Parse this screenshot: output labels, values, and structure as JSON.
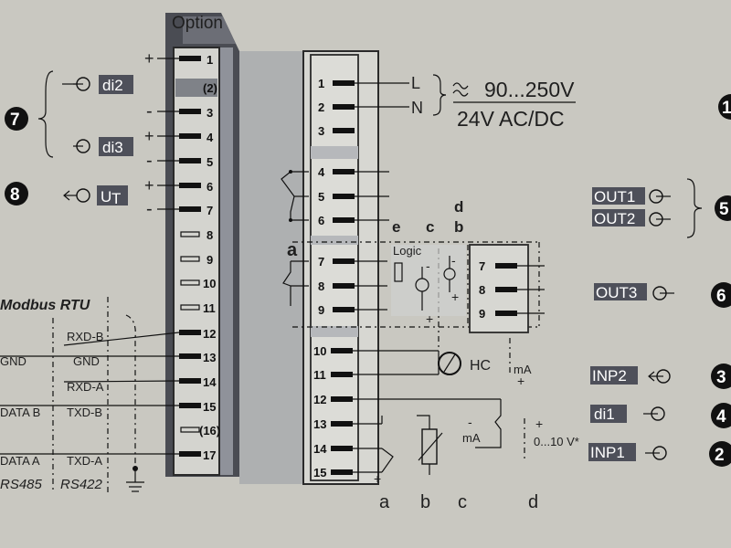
{
  "option_header": "Option",
  "left_terminal": {
    "pins": [
      "1",
      "(2)",
      "3",
      "4",
      "5",
      "6",
      "7",
      "8",
      "9",
      "10",
      "11",
      "12",
      "13",
      "14",
      "15",
      "(16)",
      "17"
    ]
  },
  "right_terminal": {
    "pins_top": [
      "1",
      "2",
      "3"
    ],
    "pins_relay": [
      "4",
      "5",
      "6"
    ],
    "pins_mid": [
      "7",
      "8",
      "9"
    ],
    "pins_bottom": [
      "10",
      "11",
      "12",
      "13",
      "14",
      "15"
    ]
  },
  "inputs_left": {
    "di2": "di2",
    "di3": "di3",
    "ut_main": "U",
    "ut_sub": "T",
    "group7": "7",
    "group8": "8"
  },
  "polarity": {
    "plus": "+",
    "minus": "-"
  },
  "power": {
    "L": "L",
    "N": "N",
    "range": "90...250V",
    "dc": "24V AC/DC",
    "number": "1"
  },
  "outputs": {
    "out1": "OUT1",
    "out2": "OUT2",
    "out3": "OUT3",
    "group5": "5",
    "group6": "6"
  },
  "right_inputs": {
    "inp2": "INP2",
    "di1": "di1",
    "inp1": "INP1",
    "n3": "3",
    "n4": "4",
    "n2": "2"
  },
  "option_box": {
    "letters_top": [
      "e",
      "c",
      "b"
    ],
    "d_label": "d",
    "logic": "Logic",
    "pins": [
      "7",
      "8",
      "9"
    ]
  },
  "relay_a": "a",
  "modbus": {
    "title": "Modbus RTU",
    "left_labels": [
      "GND",
      "DATA B",
      "DATA A"
    ],
    "mid_labels": [
      "RXD-B",
      "GND",
      "RXD-A",
      "TXD-B",
      "TXD-A"
    ],
    "rs485": "RS485",
    "rs422": "RS422"
  },
  "hc": "HC",
  "ma": "mA",
  "ma2": "mA",
  "voltage": "0...10 V*",
  "bottom_letters": [
    "a",
    "b",
    "c",
    "d"
  ]
}
